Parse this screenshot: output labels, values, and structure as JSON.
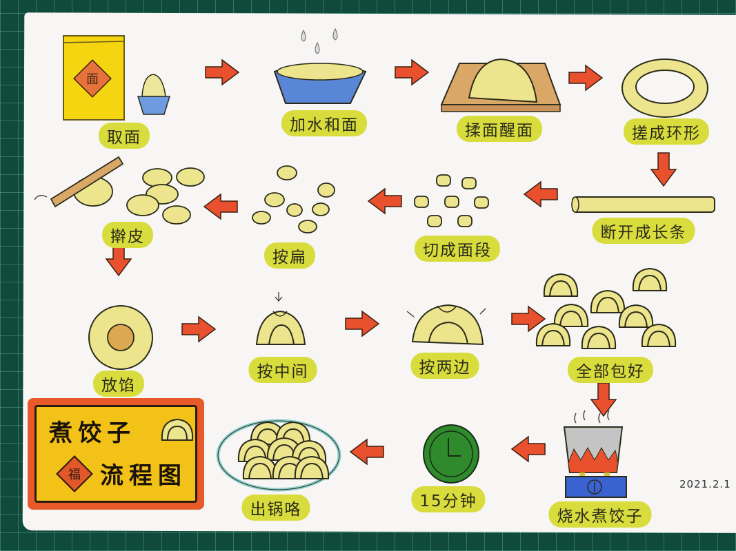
{
  "title": {
    "line1": "煮饺子",
    "line2": "流程图",
    "stamp": "福"
  },
  "steps": [
    {
      "id": 1,
      "label": "取面",
      "icon": "flour-bag-and-bowl"
    },
    {
      "id": 2,
      "label": "加水和面",
      "icon": "water-bowl"
    },
    {
      "id": 3,
      "label": "揉面醒面",
      "icon": "dough-on-board"
    },
    {
      "id": 4,
      "label": "搓成环形",
      "icon": "dough-ring"
    },
    {
      "id": 5,
      "label": "断开成长条",
      "icon": "dough-log"
    },
    {
      "id": 6,
      "label": "切成面段",
      "icon": "dough-pieces"
    },
    {
      "id": 7,
      "label": "按扁",
      "icon": "flattened-pieces"
    },
    {
      "id": 8,
      "label": "擀皮",
      "icon": "rolling-pin-wrappers"
    },
    {
      "id": 9,
      "label": "放馅",
      "icon": "wrapper-with-filling"
    },
    {
      "id": 10,
      "label": "按中间",
      "icon": "pinch-middle"
    },
    {
      "id": 11,
      "label": "按两边",
      "icon": "pinch-sides"
    },
    {
      "id": 12,
      "label": "全部包好",
      "icon": "dumplings-group"
    },
    {
      "id": 13,
      "label": "烧水煮饺子",
      "icon": "pot-on-stove"
    },
    {
      "id": 14,
      "label": "15分钟",
      "icon": "clock"
    },
    {
      "id": 15,
      "label": "出锅咯",
      "icon": "plate-of-dumplings"
    }
  ],
  "flow": "1→2→3→4→5→6→7→8→9→10→11→12→13→14→15",
  "date": "2021.2.1",
  "colors": {
    "arrow": "#e8502e",
    "label_bg": "#d8dc3c",
    "dough": "#ede48e",
    "bowl": "#5a86d8",
    "board": "#d9a766",
    "clock": "#2e8a2a",
    "stove": "#3a62d0",
    "pot": "#c4c4c4",
    "plate": "#8fd0d0",
    "title_bg": "#f3c218",
    "title_border": "#e85a2a"
  }
}
